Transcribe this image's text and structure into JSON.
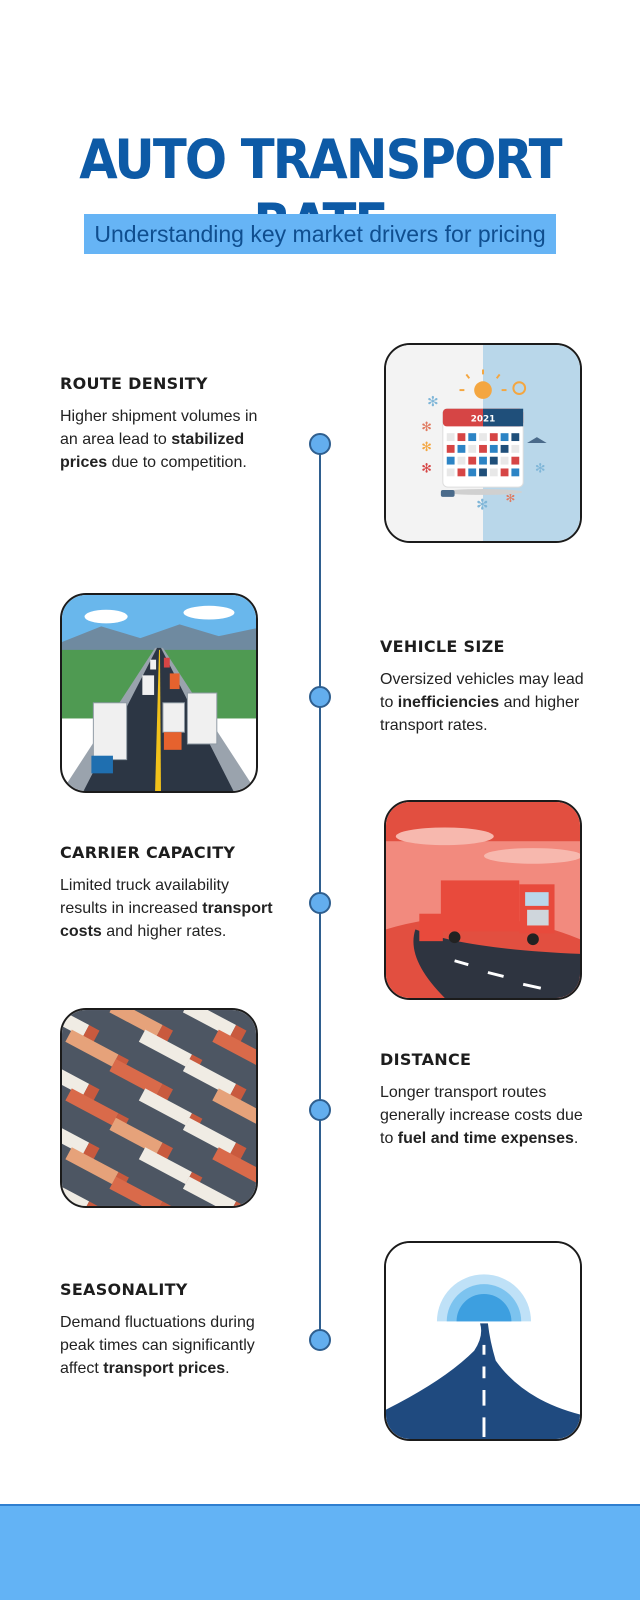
{
  "header": {
    "title": "AUTO TRANSPORT RATE",
    "subtitle": "Understanding key market drivers for pricing"
  },
  "items": [
    {
      "heading": "ROUTE DENSITY",
      "text_before": "Higher shipment volumes in an area lead to ",
      "bold": "stabilized prices",
      "text_after": " due to competition."
    },
    {
      "heading": "VEHICLE SIZE",
      "text_before": "Oversized vehicles may lead to ",
      "bold": "inefficiencies",
      "text_after": " and higher transport rates."
    },
    {
      "heading": "CARRIER CAPACITY",
      "text_before": "Limited truck availability results in increased ",
      "bold": "transport costs",
      "text_after": " and higher rates."
    },
    {
      "heading": "DISTANCE",
      "text_before": "Longer transport routes generally increase costs due to ",
      "bold": "fuel and time expenses",
      "text_after": "."
    },
    {
      "heading": "SEASONALITY",
      "text_before": "Demand fluctuations during peak times can significantly affect ",
      "bold": "transport prices",
      "text_after": "."
    }
  ],
  "images": [
    {
      "name": "calendar-seasons-illustration",
      "year": "2021"
    },
    {
      "name": "highway-traffic-illustration"
    },
    {
      "name": "red-trucks-road-illustration"
    },
    {
      "name": "parked-trucks-illustration"
    },
    {
      "name": "winding-road-illustration"
    }
  ],
  "colors": {
    "title": "#0d5aa6",
    "accent": "#63b3f5",
    "line": "#2f5f8f"
  }
}
